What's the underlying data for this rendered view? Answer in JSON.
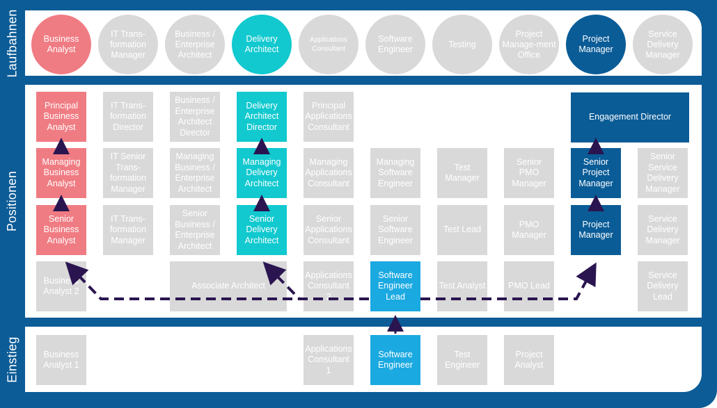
{
  "labels": {
    "laufbahnen": "Laufbahnen",
    "positionen": "Positionen",
    "einstieg": "Einstieg"
  },
  "career_paths": [
    {
      "id": "ba",
      "label": "Business Analyst",
      "tone": "pink"
    },
    {
      "id": "itt",
      "label": "IT Trans-formation Manager",
      "tone": "gray"
    },
    {
      "id": "bea",
      "label": "Business / Enterprise Architect",
      "tone": "gray"
    },
    {
      "id": "da",
      "label": "Delivery Architect",
      "tone": "teal"
    },
    {
      "id": "ac",
      "label": "Applications Consultant",
      "tone": "gray"
    },
    {
      "id": "se",
      "label": "Software Engineer",
      "tone": "gray"
    },
    {
      "id": "test",
      "label": "Testing",
      "tone": "gray"
    },
    {
      "id": "pmo",
      "label": "Project Manage-ment Office",
      "tone": "gray"
    },
    {
      "id": "pm",
      "label": "Project Manager",
      "tone": "navy"
    },
    {
      "id": "sdm",
      "label": "Service Delivery Manager",
      "tone": "gray"
    }
  ],
  "positions": {
    "row1": [
      {
        "col": 0,
        "label": "Principal Business Analyst",
        "tone": "pink"
      },
      {
        "col": 1,
        "label": "IT Trans-formation Director",
        "tone": "gray"
      },
      {
        "col": 2,
        "label": "Business / Enterprise Architect Director",
        "tone": "gray"
      },
      {
        "col": 3,
        "label": "Delivery Architect Director",
        "tone": "teal"
      },
      {
        "col": 4,
        "label": "Principal Applications Consultant",
        "tone": "gray"
      }
    ],
    "engagement_director": {
      "label": "Engagement Director",
      "tone": "navy"
    },
    "row2": [
      {
        "col": 0,
        "label": "Managing Business Analyst",
        "tone": "pink"
      },
      {
        "col": 1,
        "label": "IT Senior Trans-formation Manager",
        "tone": "gray"
      },
      {
        "col": 2,
        "label": "Managing Business / Enterprise Architect",
        "tone": "gray"
      },
      {
        "col": 3,
        "label": "Managing Delivery Architect",
        "tone": "teal"
      },
      {
        "col": 4,
        "label": "Managing Applications Consultant",
        "tone": "gray"
      },
      {
        "col": 5,
        "label": "Managing Software Engineer",
        "tone": "gray"
      },
      {
        "col": 6,
        "label": "Test Manager",
        "tone": "gray"
      },
      {
        "col": 7,
        "label": "Senior PMO Manager",
        "tone": "gray"
      },
      {
        "col": 8,
        "label": "Senior Project Manager",
        "tone": "navy"
      },
      {
        "col": 9,
        "label": "Senior Service Delivery Manager",
        "tone": "gray"
      }
    ],
    "row3": [
      {
        "col": 0,
        "label": "Senior Business Analyst",
        "tone": "pink"
      },
      {
        "col": 1,
        "label": "IT Trans-formation Manager",
        "tone": "gray"
      },
      {
        "col": 2,
        "label": "Senior Business / Enterprise Architect",
        "tone": "gray"
      },
      {
        "col": 3,
        "label": "Senior Delivery Architect",
        "tone": "teal"
      },
      {
        "col": 4,
        "label": "Senior Applications Consultant",
        "tone": "gray"
      },
      {
        "col": 5,
        "label": "Senior Software Engineer",
        "tone": "gray"
      },
      {
        "col": 6,
        "label": "Test Lead",
        "tone": "gray"
      },
      {
        "col": 7,
        "label": "PMO Manager",
        "tone": "gray"
      },
      {
        "col": 8,
        "label": "Project Manager",
        "tone": "navy"
      },
      {
        "col": 9,
        "label": "Service Delivery Manager",
        "tone": "gray"
      }
    ],
    "row4": [
      {
        "col": 0,
        "label": "Business Analyst 2",
        "tone": "gray"
      },
      {
        "col": 4,
        "label": "Applications Consultant 2",
        "tone": "gray"
      },
      {
        "col": 5,
        "label": "Software Engineer Lead",
        "tone": "blue"
      },
      {
        "col": 6,
        "label": "Test Analyst",
        "tone": "gray"
      },
      {
        "col": 7,
        "label": "PMO Lead",
        "tone": "gray"
      },
      {
        "col": 9,
        "label": "Service Delivery Lead",
        "tone": "gray"
      }
    ],
    "associate_architect": {
      "label": "Associate Architect",
      "tone": "gray"
    }
  },
  "entry": [
    {
      "col": 0,
      "label": "Business Analyst 1",
      "tone": "gray"
    },
    {
      "col": 4,
      "label": "Applications Consultant 1",
      "tone": "gray"
    },
    {
      "col": 5,
      "label": "Software Engineer",
      "tone": "blue"
    },
    {
      "col": 6,
      "label": "Test Engineer",
      "tone": "gray"
    },
    {
      "col": 7,
      "label": "Project Analyst",
      "tone": "gray"
    }
  ],
  "colors": {
    "frame": "#0c5c97",
    "pink": "#f07c83",
    "teal": "#11c9cf",
    "navy": "#0a5c97",
    "blue": "#1ba9e1",
    "gray": "#d9d9d9",
    "arrow": "#2a1550"
  }
}
